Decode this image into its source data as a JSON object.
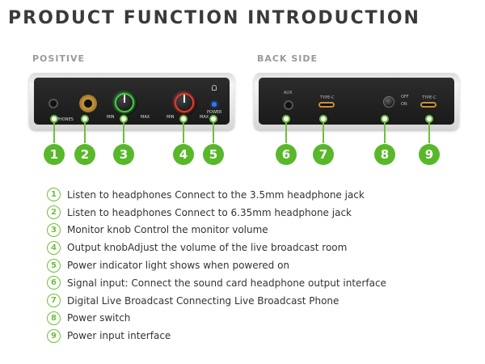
{
  "title": "PRODUCT FUNCTION INTRODUCTION",
  "front_label": "POSITIVE",
  "back_label": "BACK SIDE",
  "colors": {
    "accent": "#58b82a",
    "device_face": "#1f1f1f",
    "title": "#3a3a3a"
  },
  "front_panel": {
    "phones_label": "PHONES",
    "knob1_min": "MIN",
    "knob1_max": "MAX",
    "knob2_min": "MIN",
    "knob2_max": "MAX",
    "power_label": "POWER"
  },
  "back_panel": {
    "aux_label": "AUX",
    "typec_left_label": "TYPE-C",
    "off_label": "OFF",
    "on_label": "ON",
    "typec_right_label": "TYPE-C"
  },
  "badges": [
    "1",
    "2",
    "3",
    "4",
    "5",
    "6",
    "7",
    "8",
    "9"
  ],
  "items": [
    {
      "num": "1",
      "text": "Listen to headphones Connect to the 3.5mm headphone jack"
    },
    {
      "num": "2",
      "text": "Listen to headphones Connect to 6.35mm headphone jack"
    },
    {
      "num": "3",
      "text": "Monitor knob Control the monitor volume"
    },
    {
      "num": "4",
      "text": "Output knobAdjust the volume of the live broadcast room"
    },
    {
      "num": "5",
      "text": "Power indicator light shows when powered on"
    },
    {
      "num": "6",
      "text": "Signal input: Connect the sound card headphone output interface"
    },
    {
      "num": "7",
      "text": "Digital Live Broadcast Connecting Live Broadcast Phone"
    },
    {
      "num": "8",
      "text": "Power switch"
    },
    {
      "num": "9",
      "text": "Power input interface"
    }
  ]
}
